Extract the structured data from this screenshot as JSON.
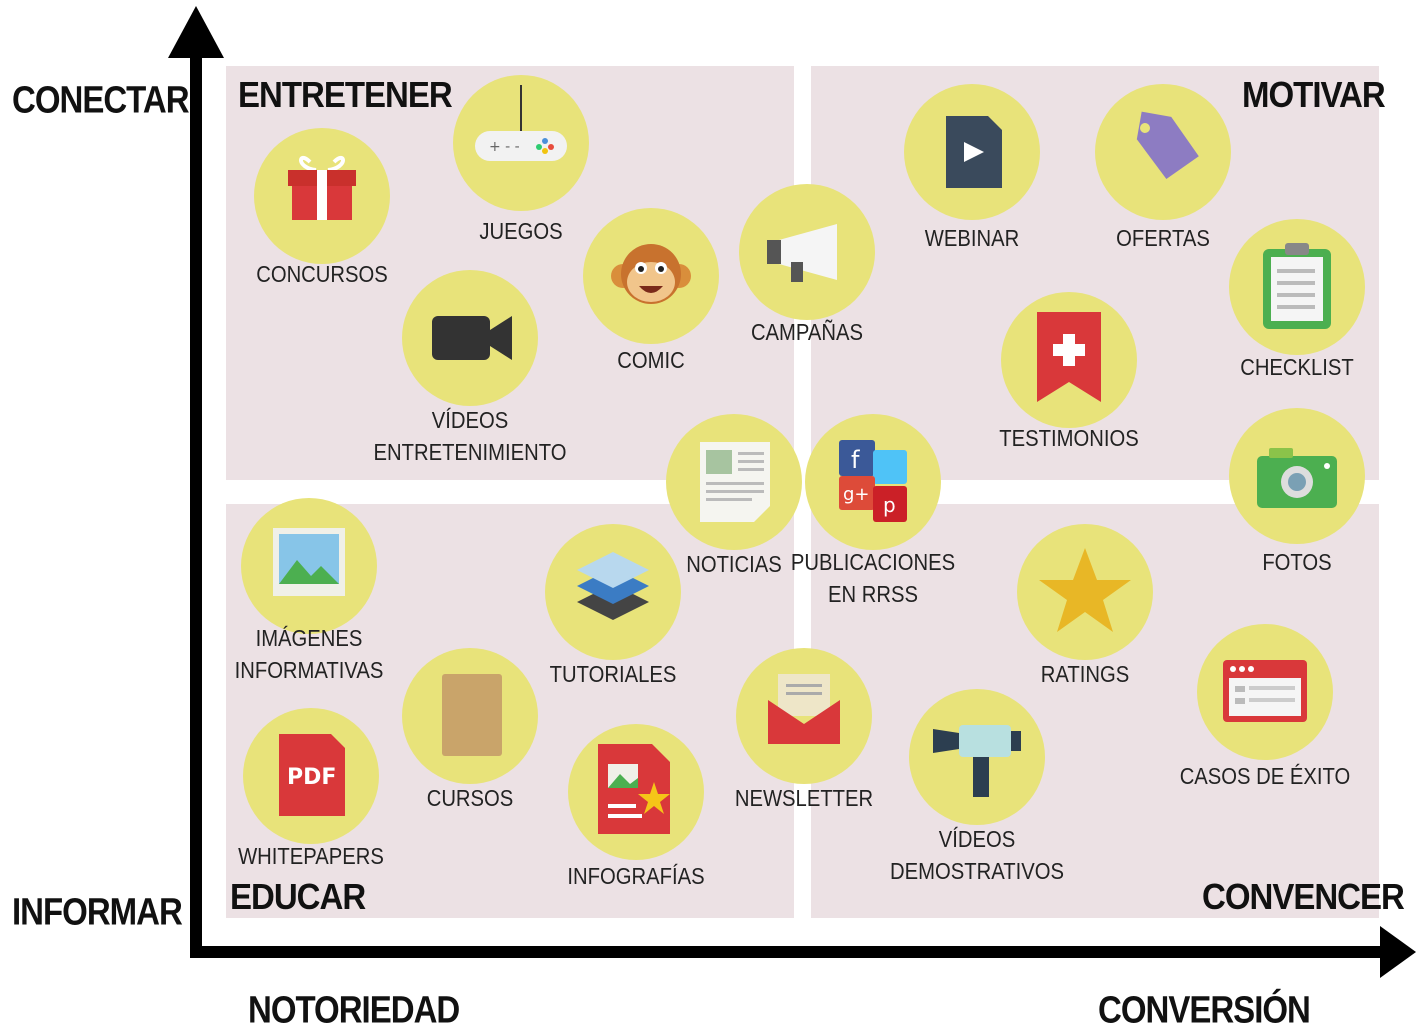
{
  "axes": {
    "y_top": "CONECTAR",
    "y_bottom": "INFORMAR",
    "x_left": "NOTORIEDAD",
    "x_right": "CONVERSIÓN"
  },
  "quadrants": {
    "top_left": "ENTRETENER",
    "top_right": "MOTIVAR",
    "bottom_left": "EDUCAR",
    "bottom_right": "CONVENCER"
  },
  "items": {
    "concursos": {
      "lines": [
        "CONCURSOS"
      ],
      "icon": "gift-icon"
    },
    "juegos": {
      "lines": [
        "JUEGOS"
      ],
      "icon": "gamepad-icon"
    },
    "comic": {
      "lines": [
        "COMIC"
      ],
      "icon": "monkey-icon"
    },
    "videos_entretenimiento": {
      "lines": [
        "VÍDEOS",
        "ENTRETENIMIENTO"
      ],
      "icon": "video-camera-icon"
    },
    "campanas": {
      "lines": [
        "CAMPAÑAS"
      ],
      "icon": "megaphone-icon"
    },
    "webinar": {
      "lines": [
        "WEBINAR"
      ],
      "icon": "video-file-icon"
    },
    "ofertas": {
      "lines": [
        "OFERTAS"
      ],
      "icon": "tag-icon"
    },
    "checklist": {
      "lines": [
        "CHECKLIST"
      ],
      "icon": "clipboard-icon"
    },
    "testimonios": {
      "lines": [
        "TESTIMONIOS"
      ],
      "icon": "bookmark-plus-icon"
    },
    "noticias": {
      "lines": [
        "NOTICIAS"
      ],
      "icon": "newspaper-icon"
    },
    "publicaciones": {
      "lines": [
        "PUBLICACIONES",
        "EN RRSS"
      ],
      "icon": "social-media-icon"
    },
    "fotos": {
      "lines": [
        "FOTOS"
      ],
      "icon": "photo-camera-icon"
    },
    "imagenes": {
      "lines": [
        "IMÁGENES",
        "INFORMATIVAS"
      ],
      "icon": "image-icon"
    },
    "tutoriales": {
      "lines": [
        "TUTORIALES"
      ],
      "icon": "layers-icon"
    },
    "cursos": {
      "lines": [
        "CURSOS"
      ],
      "icon": "notebook-icon"
    },
    "whitepapers": {
      "lines": [
        "WHITEPAPERS"
      ],
      "icon": "pdf-icon"
    },
    "infografias": {
      "lines": [
        "INFOGRAFÍAS"
      ],
      "icon": "infographic-icon"
    },
    "newsletter": {
      "lines": [
        "NEWSLETTER"
      ],
      "icon": "envelope-icon"
    },
    "ratings": {
      "lines": [
        "RATINGS"
      ],
      "icon": "star-icon"
    },
    "casos_exito": {
      "lines": [
        "CASOS DE ÉXITO"
      ],
      "icon": "browser-window-icon"
    },
    "videos_demostrativos": {
      "lines": [
        "VÍDEOS",
        "DEMOSTRATIVOS"
      ],
      "icon": "film-camera-icon"
    }
  },
  "colors": {
    "circle": "#e8e37a",
    "quadrant": "#ece1e4",
    "axis": "#000000"
  }
}
